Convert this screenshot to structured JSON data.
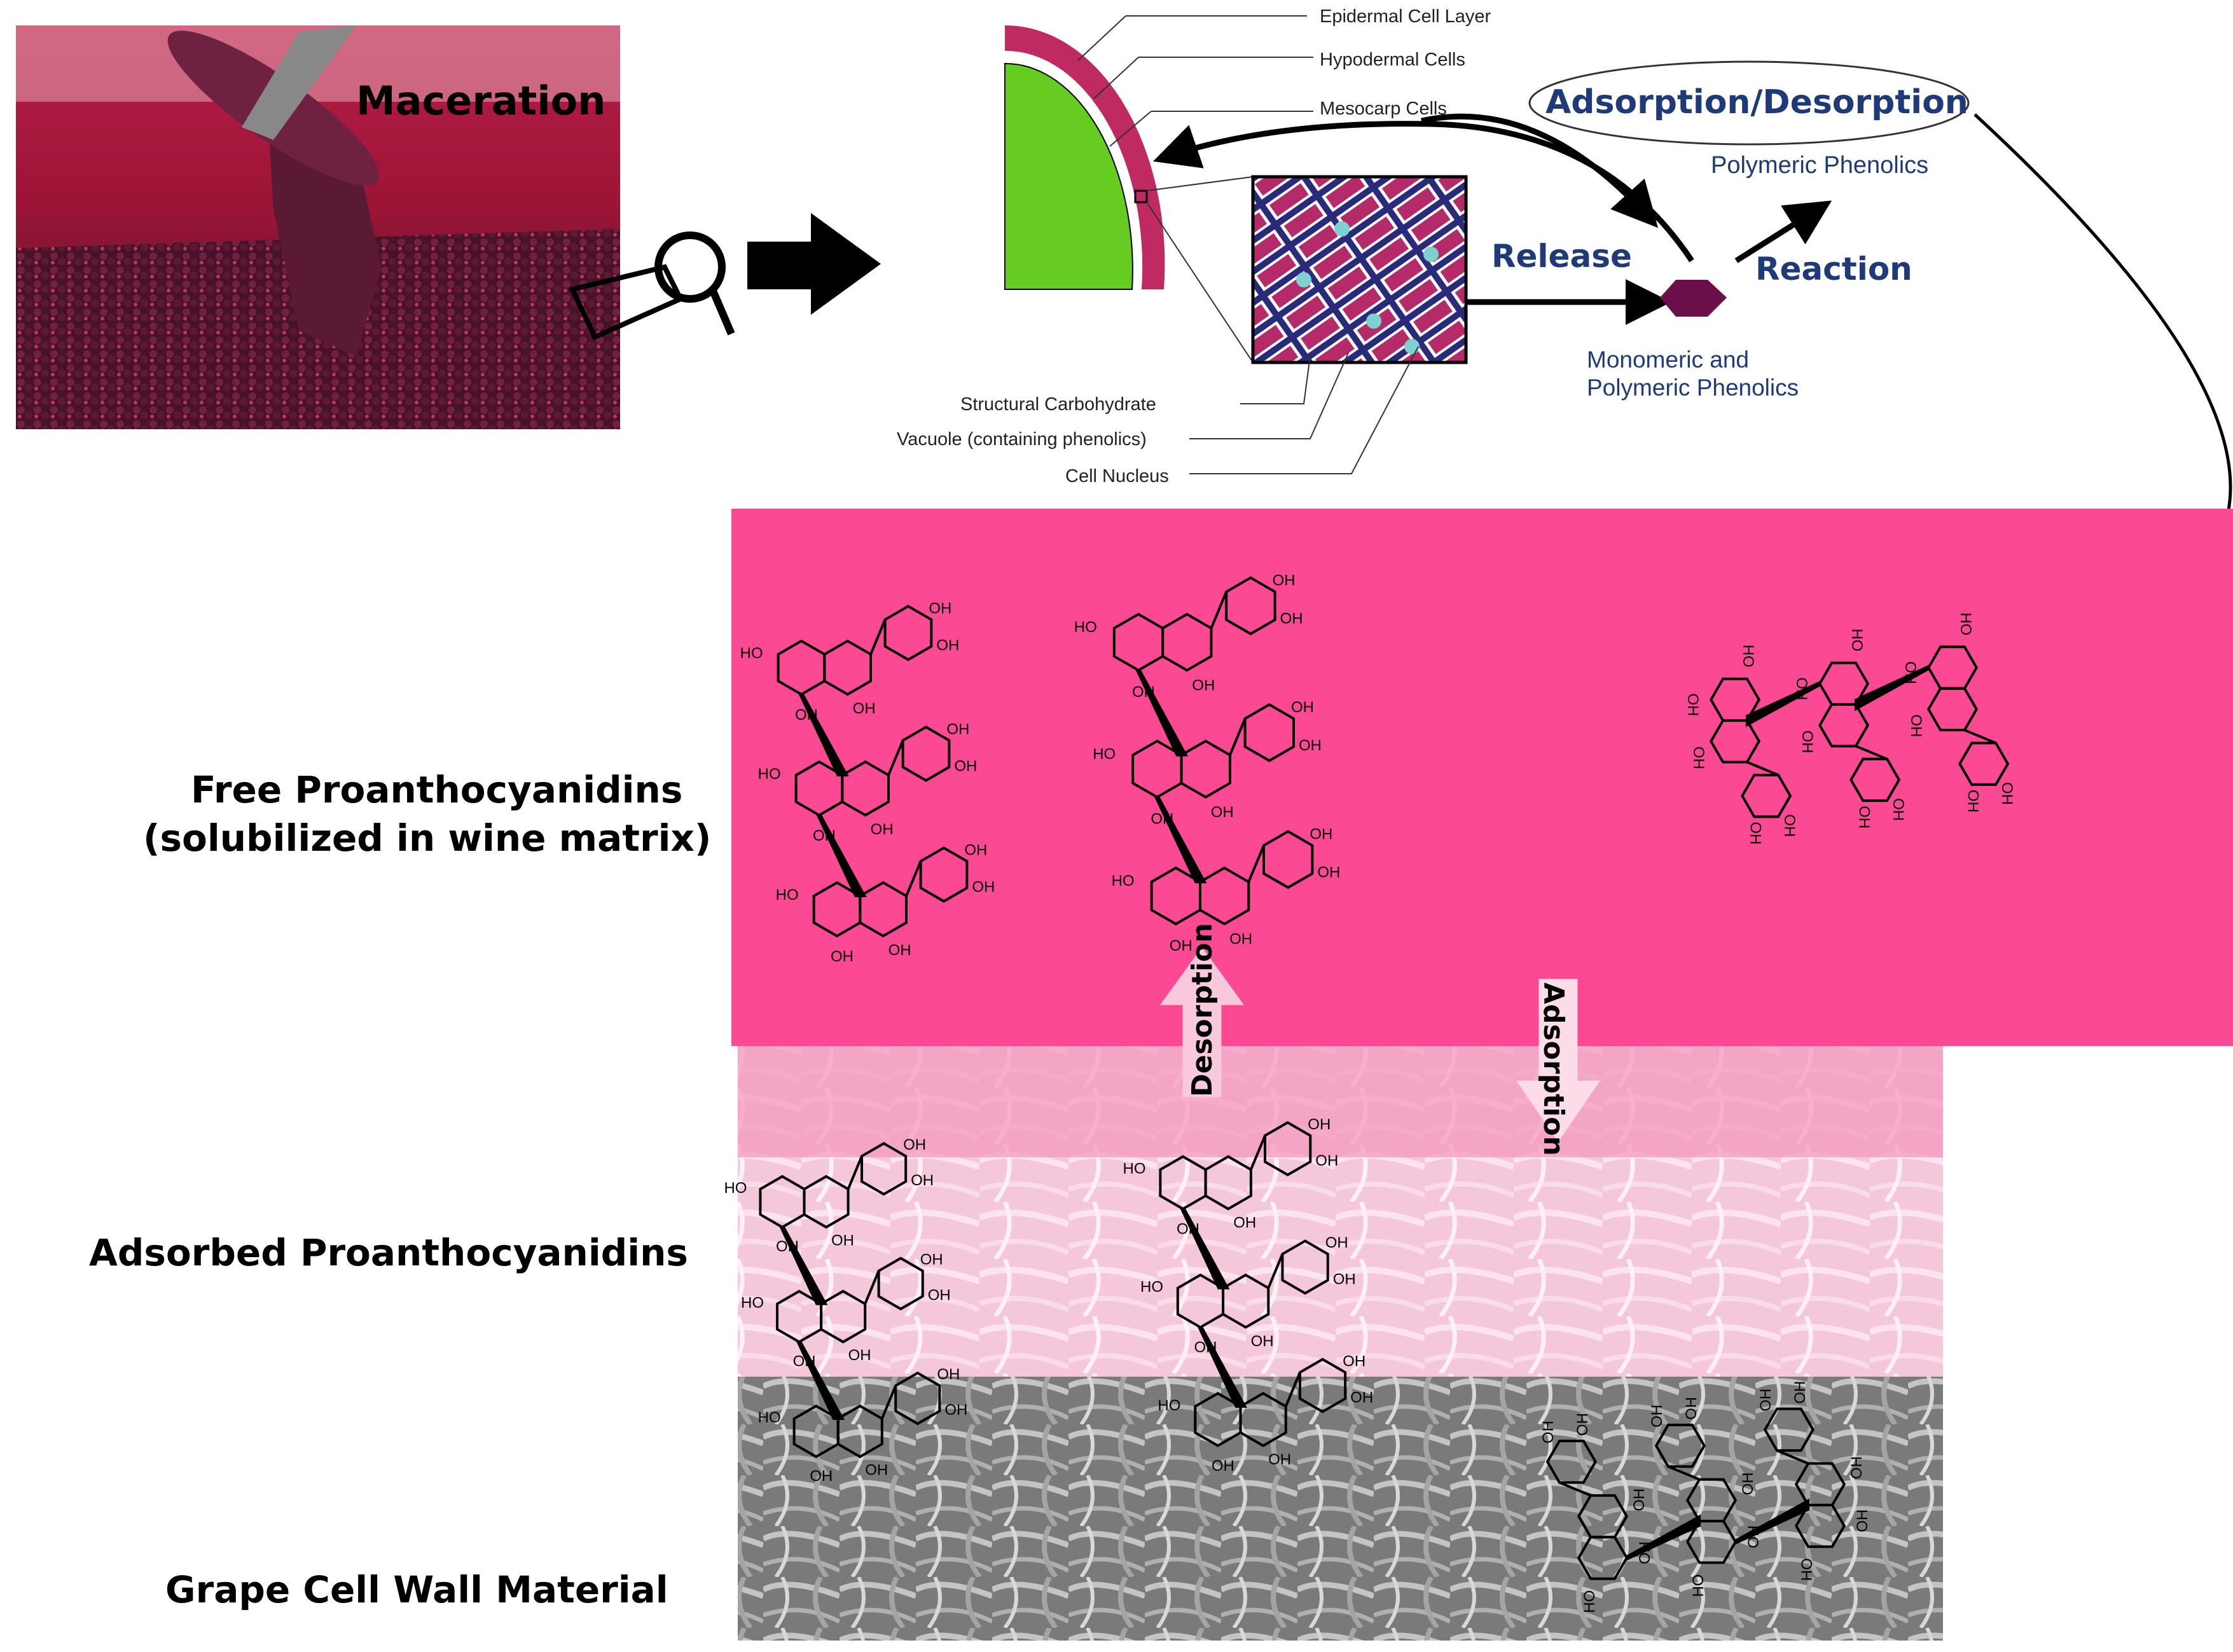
{
  "photo": {
    "title": "Maceration"
  },
  "skin_diagram": {
    "top_labels": [
      "Epidermal Cell Layer",
      "Hypodermal Cells",
      "Mesocarp Cells"
    ],
    "bottom_labels": [
      "Structural Carbohydrate",
      "Vacuole (containing phenolics)",
      "Cell Nucleus"
    ],
    "release_label": "Release",
    "reaction_label": "Reaction",
    "adsorption_desorption_label": "Adsorption/Desorption",
    "polymeric_label": "Polymeric Phenolics",
    "monomeric_label": [
      "Monomeric and",
      "Polymeric Phenolics"
    ]
  },
  "layers": {
    "free": {
      "label": [
        "Free Proanthocyanidins",
        "(solubilized in wine matrix)"
      ],
      "color": "#fb4a93"
    },
    "adsorbed": {
      "label": "Adsorbed Proanthocyanidins",
      "color": "#f6b2cf"
    },
    "wall": {
      "label": "Grape Cell Wall Material",
      "color": "#8e8e8e"
    }
  },
  "arrows": {
    "desorption": "Desorption",
    "adsorption": "Adsorption"
  },
  "colors": {
    "green": "#66cc22",
    "skin_pink": "#c02a62",
    "wine": "#8a1030",
    "phenolic_hex": "#6a0f4a"
  },
  "atoms": {
    "hydroxyl": "OH",
    "hydroxyl_left": "HO"
  }
}
